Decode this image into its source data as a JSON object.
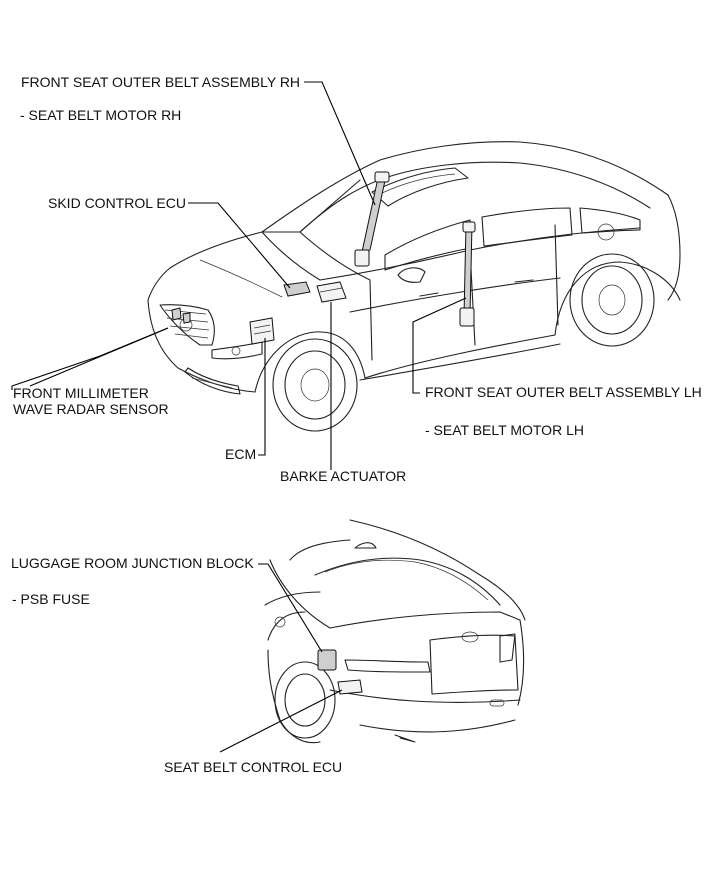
{
  "labels": {
    "front_seat_rh": "FRONT SEAT OUTER BELT ASSEMBLY RH",
    "seat_motor_rh": "- SEAT BELT MOTOR RH",
    "skid_control_ecu": "SKID CONTROL ECU",
    "front_radar_line1": "FRONT MILLIMETER",
    "front_radar_line2": "WAVE RADAR SENSOR",
    "ecm": "ECM",
    "brake_actuator": "BARKE ACTUATOR",
    "front_seat_lh": "FRONT SEAT OUTER BELT ASSEMBLY LH",
    "seat_motor_lh": "- SEAT BELT MOTOR LH",
    "luggage_jb": "LUGGAGE ROOM JUNCTION BLOCK",
    "psb_fuse": "- PSB FUSE",
    "seat_belt_ecu": "SEAT BELT CONTROL ECU"
  }
}
